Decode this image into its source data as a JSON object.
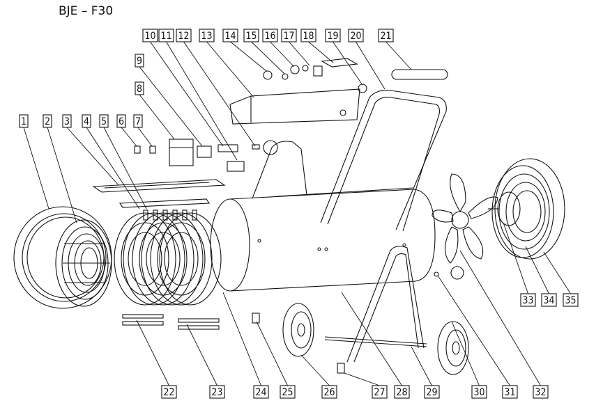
{
  "title": "BJE – F30",
  "parts": [
    "1",
    "2",
    "3",
    "4",
    "5",
    "6",
    "7",
    "8",
    "9",
    "10",
    "11",
    "12",
    "13",
    "14",
    "15",
    "16",
    "17",
    "18",
    "19",
    "20",
    "21",
    "22",
    "23",
    "24",
    "25",
    "26",
    "27",
    "28",
    "29",
    "30",
    "31",
    "32",
    "33",
    "34",
    "35"
  ],
  "colors": {
    "line": "#111111",
    "background": "#ffffff",
    "label_box": "#ffffff"
  }
}
